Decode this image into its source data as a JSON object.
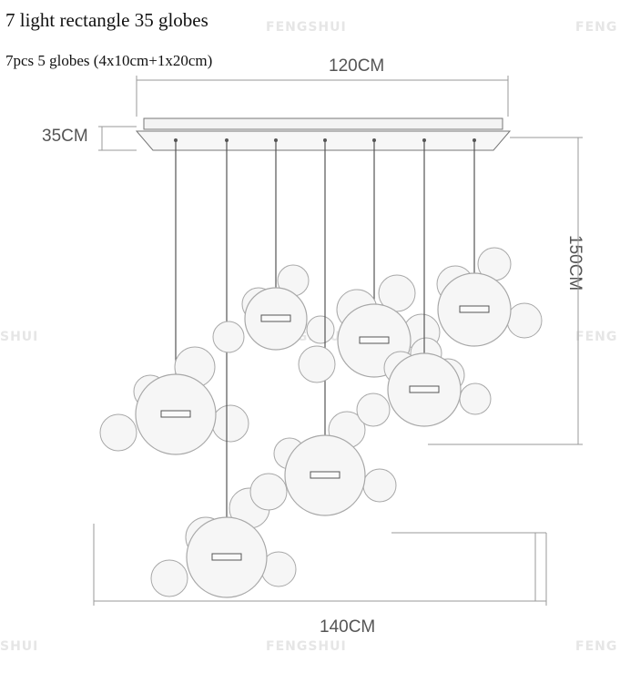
{
  "header": {
    "title": "7 light rectangle 35 globes",
    "subtitle": "7pcs 5 globes (4x10cm+1x20cm)"
  },
  "watermarks": {
    "top_center": "FENGSHUI",
    "top_right": "FENG",
    "mid_left": "SHUI",
    "mid_center": "FENGSHUI",
    "mid_right": "FENG",
    "bottom_left": "SHUI",
    "bottom_center": "FENGSHUI",
    "bottom_right": "FENG"
  },
  "dimensions": {
    "canopy_length": "120CM",
    "canopy_width": "35CM",
    "drop_height": "150CM",
    "total_spread": "140CM"
  },
  "product": {
    "pendant_count": 7,
    "globes_per_pendant": 5,
    "total_globes": 35
  },
  "colors": {
    "line": "#9a9a9a",
    "cord": "#555555",
    "globe_stroke": "#a8a8a8",
    "globe_fill": "#f6f6f6",
    "watermark": "#e6e6e6"
  }
}
